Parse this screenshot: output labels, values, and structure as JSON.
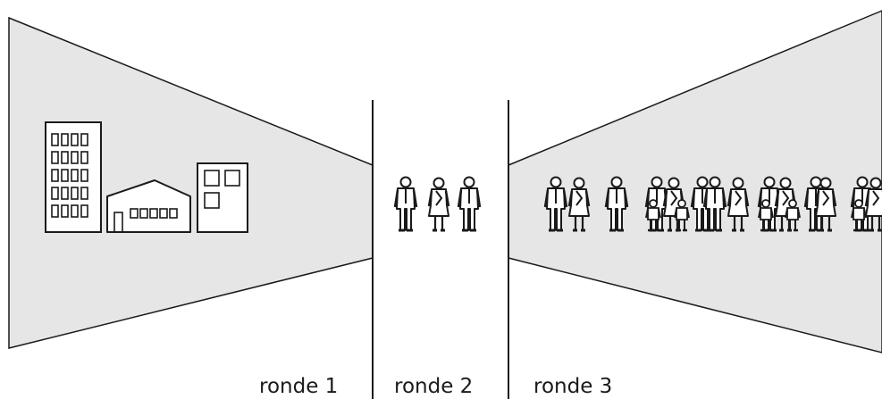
{
  "labels": {
    "round1": "ronde 1",
    "round2": "ronde 2",
    "round3": "ronde 3"
  },
  "colors": {
    "funnel_fill": "#e6e6e6",
    "stroke": "#1a1a1a",
    "background": "#ffffff"
  },
  "rounds": [
    {
      "label_ref": "round1",
      "contents": [
        "office-tower-icon",
        "factory-icon",
        "office-block-icon"
      ]
    },
    {
      "label_ref": "round2",
      "contents": [
        "man-icon",
        "woman-icon",
        "man-icon"
      ]
    },
    {
      "label_ref": "round3",
      "contents": [
        "person-icon",
        "family-group-icon"
      ]
    }
  ]
}
